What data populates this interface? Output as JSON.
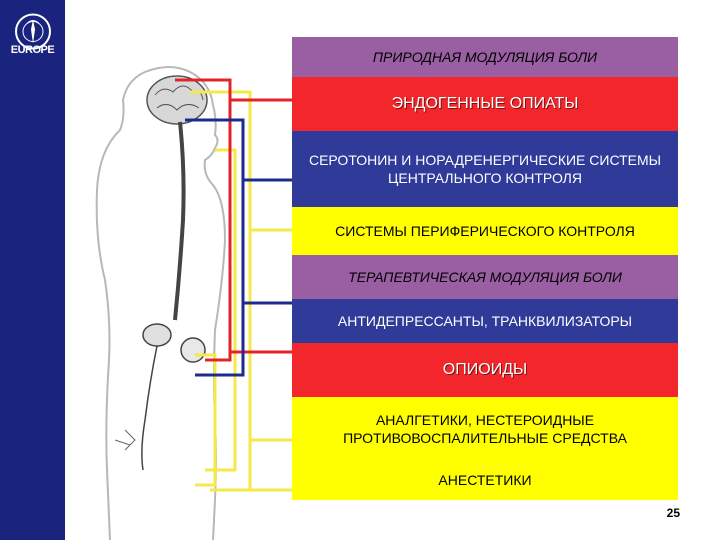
{
  "sidebar": {
    "logo_text": "EUROPE",
    "color": "#1a237e"
  },
  "bands": [
    {
      "key": "natural",
      "label": "ПРИРОДНАЯ МОДУЛЯЦИЯ БОЛИ",
      "color": "#9a5fa3"
    },
    {
      "key": "endogenous",
      "label": "ЭНДОГЕННЫЕ ОПИАТЫ",
      "color": "#f2262b"
    },
    {
      "key": "serotonin",
      "label": "СЕРОТОНИН И НОРАДРЕНЕРГИЧЕСКИЕ СИСТЕМЫ ЦЕНТРАЛЬНОГО КОНТРОЛЯ",
      "color": "#2f3a99"
    },
    {
      "key": "peripheral",
      "label": "СИСТЕМЫ ПЕРИФЕРИЧЕСКОГО КОНТРОЛЯ",
      "color": "#ffff00"
    },
    {
      "key": "therapeutic",
      "label": "ТЕРАПЕВТИЧЕСКАЯ МОДУЛЯЦИЯ БОЛИ",
      "color": "#9a5fa3"
    },
    {
      "key": "antidepressants",
      "label": "АНТИДЕПРЕССАНТЫ, ТРАНКВИЛИЗАТОРЫ",
      "color": "#2f3a99"
    },
    {
      "key": "opioids",
      "label": "ОПИОИДЫ",
      "color": "#f2262b"
    },
    {
      "key": "analgesics",
      "label": "АНАЛГЕТИКИ, НЕСТЕРОИДНЫЕ ПРОТИВОВОСПАЛИТЕЛЬНЫЕ СРЕДСТВА",
      "color": "#ffff00"
    },
    {
      "key": "anesthetics",
      "label": "АНЕСТЕТИКИ",
      "color": "#ffff00"
    }
  ],
  "page_number": "25"
}
